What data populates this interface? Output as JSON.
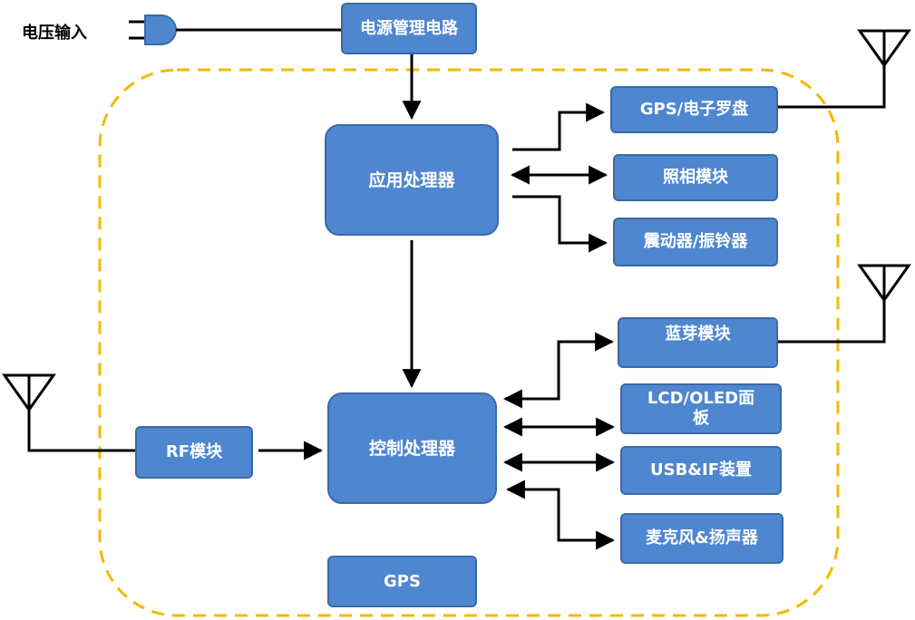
{
  "labels": {
    "voltage_input": "电压输入",
    "power_mgmt": "电源管理电路",
    "app_processor": "应用处理器",
    "control_processor": "控制处理器",
    "gps_compass": "GPS/电子罗盘",
    "camera": "照相模块",
    "vibrator": "震动器/振铃器",
    "bluetooth": "蓝芽模块",
    "lcd_panel": "LCD/OLED面板",
    "usb_if": "USB&IF装置",
    "mic_speaker": "麦克风&扬声器",
    "rf_module": "RF模块",
    "gps": "GPS"
  },
  "colors": {
    "box_fill": "#4f86d0",
    "box_border": "#3a6aa6",
    "dashed_boundary": "#f5b800",
    "line": "#000000"
  },
  "icons": [
    "plug-icon",
    "antenna-icon"
  ]
}
